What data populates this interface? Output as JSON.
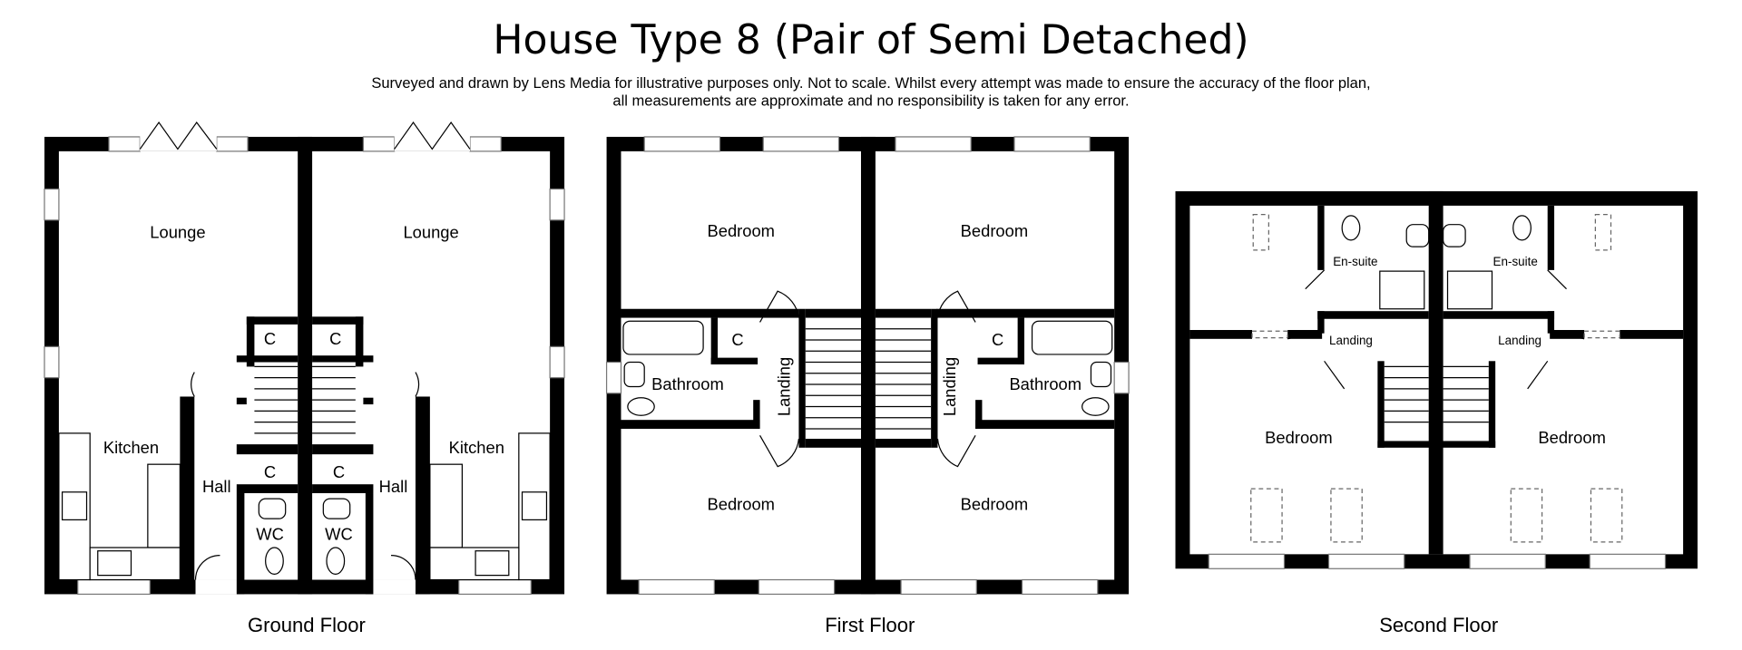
{
  "title": "House Type 8 (Pair of Semi Detached)",
  "subtitle": [
    "Surveyed and drawn by Lens Media for illustrative purposes only. Not to scale. Whilst every attempt was made to ensure the accuracy of the floor plan,",
    "all measurements are approximate and no responsibility is taken for any error."
  ],
  "ground_floor": {
    "label": "Ground Floor",
    "rooms": [
      "Lounge",
      "Lounge",
      "Kitchen",
      "Kitchen",
      "Hall",
      "Hall",
      "C",
      "C",
      "C",
      "C",
      "WC",
      "WC"
    ]
  },
  "first_floor": {
    "label": "First Floor",
    "rooms": [
      "Bedroom",
      "Bedroom",
      "Bedroom",
      "Bedroom",
      "Bathroom",
      "Bathroom",
      "Landing",
      "Landing",
      "C",
      "C"
    ]
  },
  "second_floor": {
    "label": "Second Floor",
    "rooms": [
      "En-suite",
      "En-suite",
      "Landing",
      "Landing",
      "Bedroom",
      "Bedroom"
    ]
  }
}
